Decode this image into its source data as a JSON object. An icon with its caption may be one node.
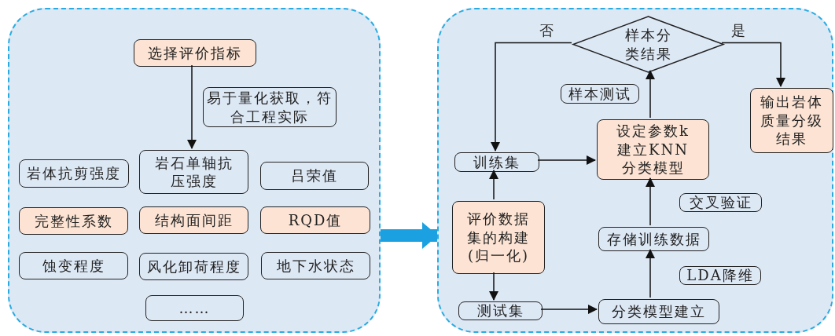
{
  "diagram": {
    "nodes": [
      {
        "text": [],
        "shape": "box"
      },
      {
        "text": [
          "选择评价指标"
        ],
        "in": 0
      },
      {
        "text": [
          "易于量化获取，符合工程实际"
        ],
        "in": 0
      },
      {
        "text": [
          "岩体抗剪强度"
        ],
        "in": 0
      },
      {
        "text": [
          "岩石单轴抗压强度"
        ],
        "in": 0
      },
      {
        "text": [
          "吕荣值"
        ],
        "in": 0
      },
      {
        "text": [
          "完整性系数"
        ],
        "in": 0
      },
      {
        "text": [
          "结构面间距"
        ],
        "in": 0
      },
      {
        "text": [
          "RQD值"
        ],
        "in": 0
      },
      {
        "text": [
          "蚀变程度"
        ],
        "in": 0
      },
      {
        "text": [
          "风化卸荷程度"
        ],
        "in": 0
      },
      {
        "text": [
          "地下水状态"
        ],
        "in": 0
      },
      {
        "text": [
          "……"
        ],
        "in": 0
      },
      {
        "text": [],
        "shape": "box"
      },
      {
        "text": [
          "样本分类结果"
        ],
        "in": 13
      },
      {
        "text": [
          "样本测试"
        ],
        "in": 13
      },
      {
        "text": [
          "输出岩体质量分级结果"
        ],
        "in": 13
      },
      {
        "text": [
          "训练集"
        ],
        "in": 13
      },
      {
        "text": [
          "设定参数k建立KNN分类模型"
        ],
        "in": 13
      },
      {
        "text": [
          "交叉验证"
        ],
        "in": 13
      },
      {
        "text": [
          "评价数据集的构建(归一化)"
        ],
        "in": 13
      },
      {
        "text": [
          "存储训练数据"
        ],
        "in": 13
      },
      {
        "text": [
          "LDA降维"
        ],
        "in": 13
      },
      {
        "text": [
          "测试集"
        ],
        "in": 13
      },
      {
        "text": [
          "分类模型建立"
        ],
        "in": 13
      }
    ],
    "edges": [
      {
        "from": 1,
        "to": 4,
        "arrow": "to"
      },
      {
        "from": 0,
        "to": 13,
        "arrow": "to",
        "style": "thick",
        "color": "#1ba1e2"
      },
      {
        "from": 14,
        "to": 17,
        "arrow": "to",
        "label": "否"
      },
      {
        "from": 14,
        "to": 16,
        "arrow": "to",
        "label": "是"
      },
      {
        "from": 18,
        "to": 14,
        "arrow": "to"
      },
      {
        "from": 17,
        "to": 18,
        "arrow": "to"
      },
      {
        "from": 20,
        "to": 17,
        "arrow": "to"
      },
      {
        "from": 20,
        "to": 23,
        "arrow": "to"
      },
      {
        "from": 23,
        "to": 24,
        "arrow": "to"
      },
      {
        "from": 24,
        "to": 21,
        "arrow": "to"
      },
      {
        "from": 21,
        "to": 18,
        "arrow": "to"
      }
    ]
  }
}
